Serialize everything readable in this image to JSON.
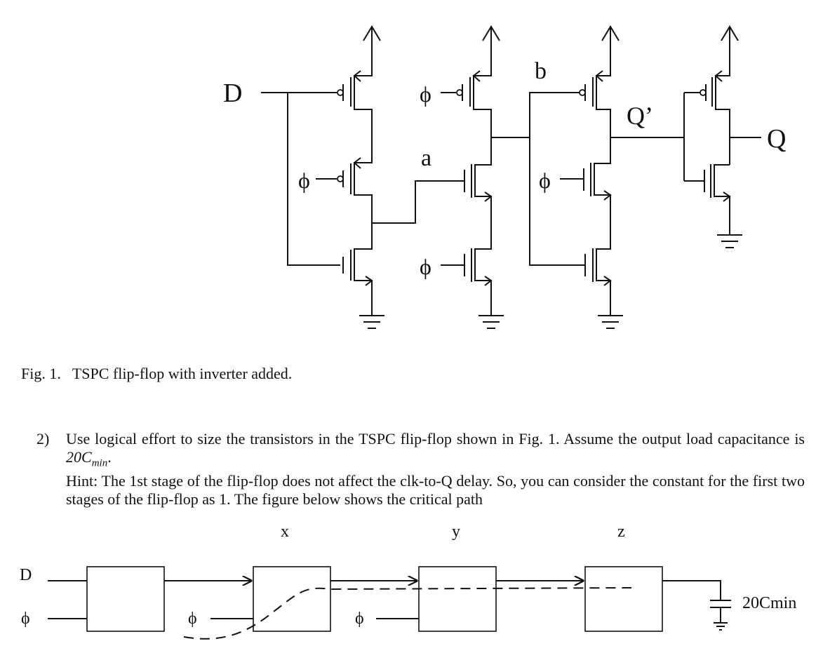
{
  "schematic": {
    "labels": {
      "d": "D",
      "a": "a",
      "b": "b",
      "q_prime": "Q’",
      "q": "Q",
      "phi": "ϕ"
    }
  },
  "figure1": {
    "number": "Fig. 1.",
    "caption": "TSPC flip-flop with inverter added."
  },
  "problem": {
    "number": "2)",
    "text_before_math": "Use logical effort to size the transistors in the TSPC flip-flop shown in Fig. 1. Assume the output load capacitance is ",
    "math": "20C",
    "math_sub": "min",
    "text_after_math": ".",
    "hint": "Hint: The 1st stage of the flip-flop does not affect the clk-to-Q delay. So, you can consider the constant for the first two stages of the flip-flop as 1. The figure below shows the critical path"
  },
  "critical_path": {
    "input_d": "D",
    "phi": "ϕ",
    "stage_x": "x",
    "stage_y": "y",
    "stage_z": "z",
    "load": "20Cmin"
  }
}
